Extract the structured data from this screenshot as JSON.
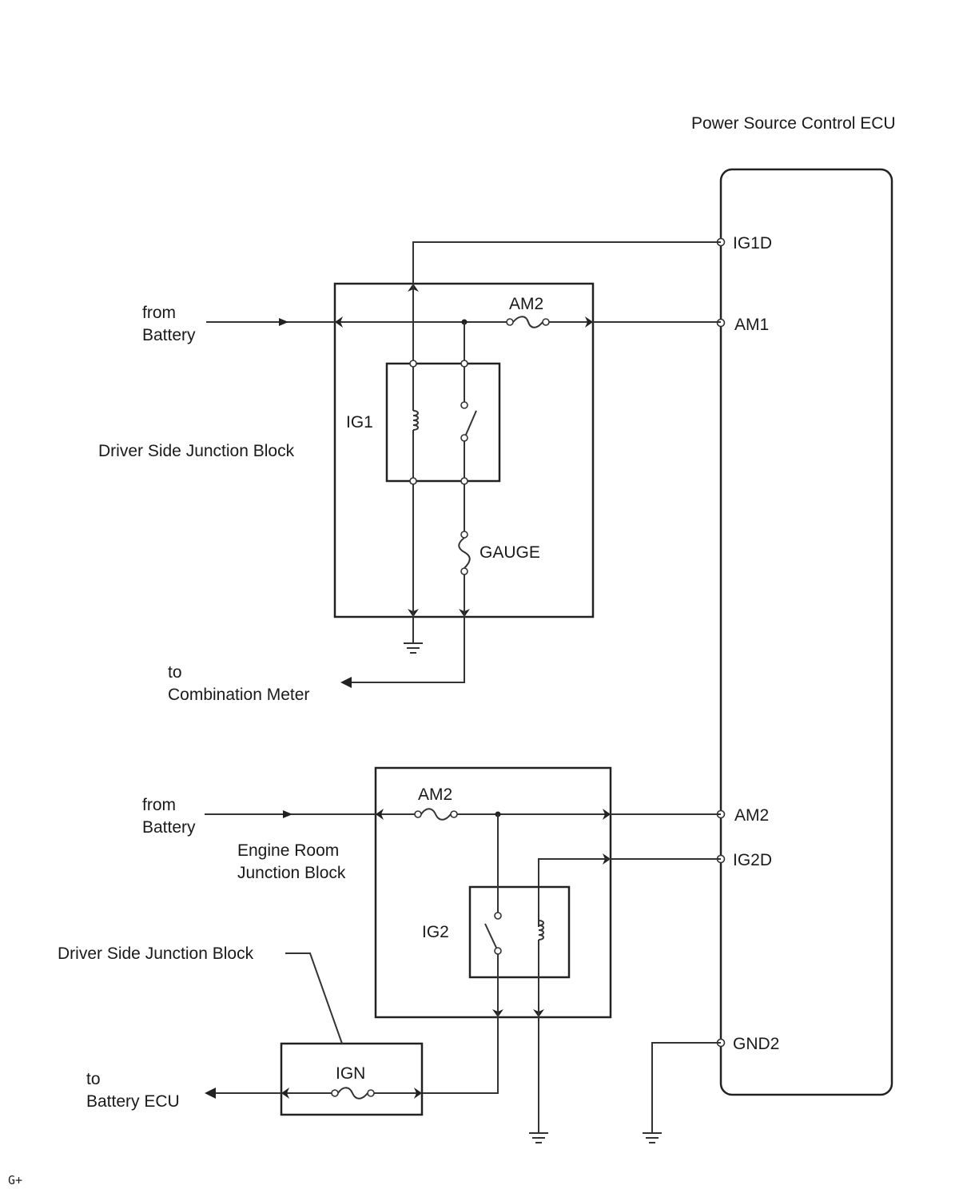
{
  "ecu": {
    "title": "Power Source Control ECU",
    "pins": {
      "ig1d": "IG1D",
      "am1": "AM1",
      "am2": "AM2",
      "ig2d": "IG2D",
      "gnd2": "GND2"
    }
  },
  "driver_jb_top": {
    "label": "Driver Side Junction Block",
    "fuse_am2": "AM2",
    "relay_ig1": "IG1",
    "fuse_gauge": "GAUGE"
  },
  "engine_room_jb": {
    "label_line1": "Engine Room",
    "label_line2": "Junction Block",
    "fuse_am2": "AM2",
    "relay_ig2": "IG2"
  },
  "driver_jb_bottom": {
    "label": "Driver Side Junction Block",
    "fuse_ign": "IGN"
  },
  "external": {
    "battery_top": [
      "from",
      "Battery"
    ],
    "battery_bottom": [
      "from",
      "Battery"
    ],
    "combination_meter": [
      "to",
      "Combination Meter"
    ],
    "battery_ecu": [
      "to",
      "Battery ECU"
    ]
  },
  "footer_code": "G+"
}
